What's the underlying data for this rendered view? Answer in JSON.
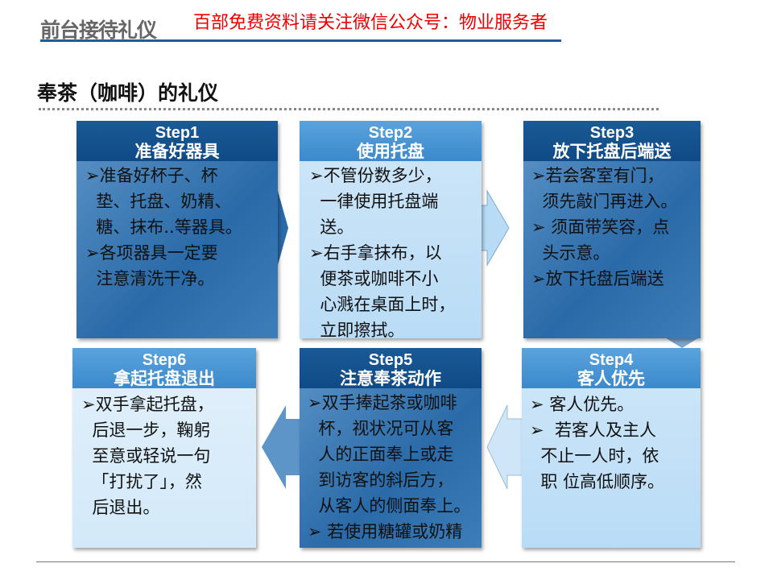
{
  "header": {
    "title": "前台接待礼仪",
    "notice": "百部免费资料请关注微信公众号：物业服务者"
  },
  "subtitle": "奉茶（咖啡）的礼仪",
  "steps": [
    {
      "step": "Step1",
      "title": "准备好器具",
      "lines": [
        "➢准备好杯子、杯",
        "  垫、托盘、奶精、",
        "  糖、抹布..等器具。",
        "➢各项器具一定要",
        "  注意清洗干净。"
      ]
    },
    {
      "step": "Step2",
      "title": "使用托盘",
      "lines": [
        "➢不管份数多少，",
        "  一律使用托盘端",
        "  送。",
        "➢右手拿抹布，以",
        "  便茶或咖啡不小",
        "  心溅在桌面上时，",
        "  立即擦拭。"
      ]
    },
    {
      "step": "Step3",
      "title": "放下托盘后端送",
      "lines": [
        "➢若会客室有门，",
        "  须先敲门再进入。",
        "➢ 须面带笑容，点",
        "  头示意。",
        "➢放下托盘后端送"
      ]
    },
    {
      "step": "Step4",
      "title": "客人优先",
      "lines": [
        "➢ 客人优先。",
        "➢  若客人及主人",
        "  不止一人时，依",
        "  职 位高低顺序。"
      ]
    },
    {
      "step": "Step5",
      "title": "注意奉茶动作",
      "lines": [
        "➢双手捧起茶或咖啡",
        "  杯，视状况可从客",
        "  人的正面奉上或走",
        "  到访客的斜后方，",
        "  从客人的侧面奉上。",
        "➢ 若使用糖罐或奶精"
      ]
    },
    {
      "step": "Step6",
      "title": "拿起托盘退出",
      "lines": [
        "➢双手拿起托盘，",
        "  后退一步，鞠躬",
        "  至意或轻说一句",
        "  「打扰了」，然",
        "  后退出。"
      ]
    }
  ],
  "colors": {
    "dark": "#1a5a96",
    "light": "#cfe6f8",
    "notice": "#ee0000"
  }
}
